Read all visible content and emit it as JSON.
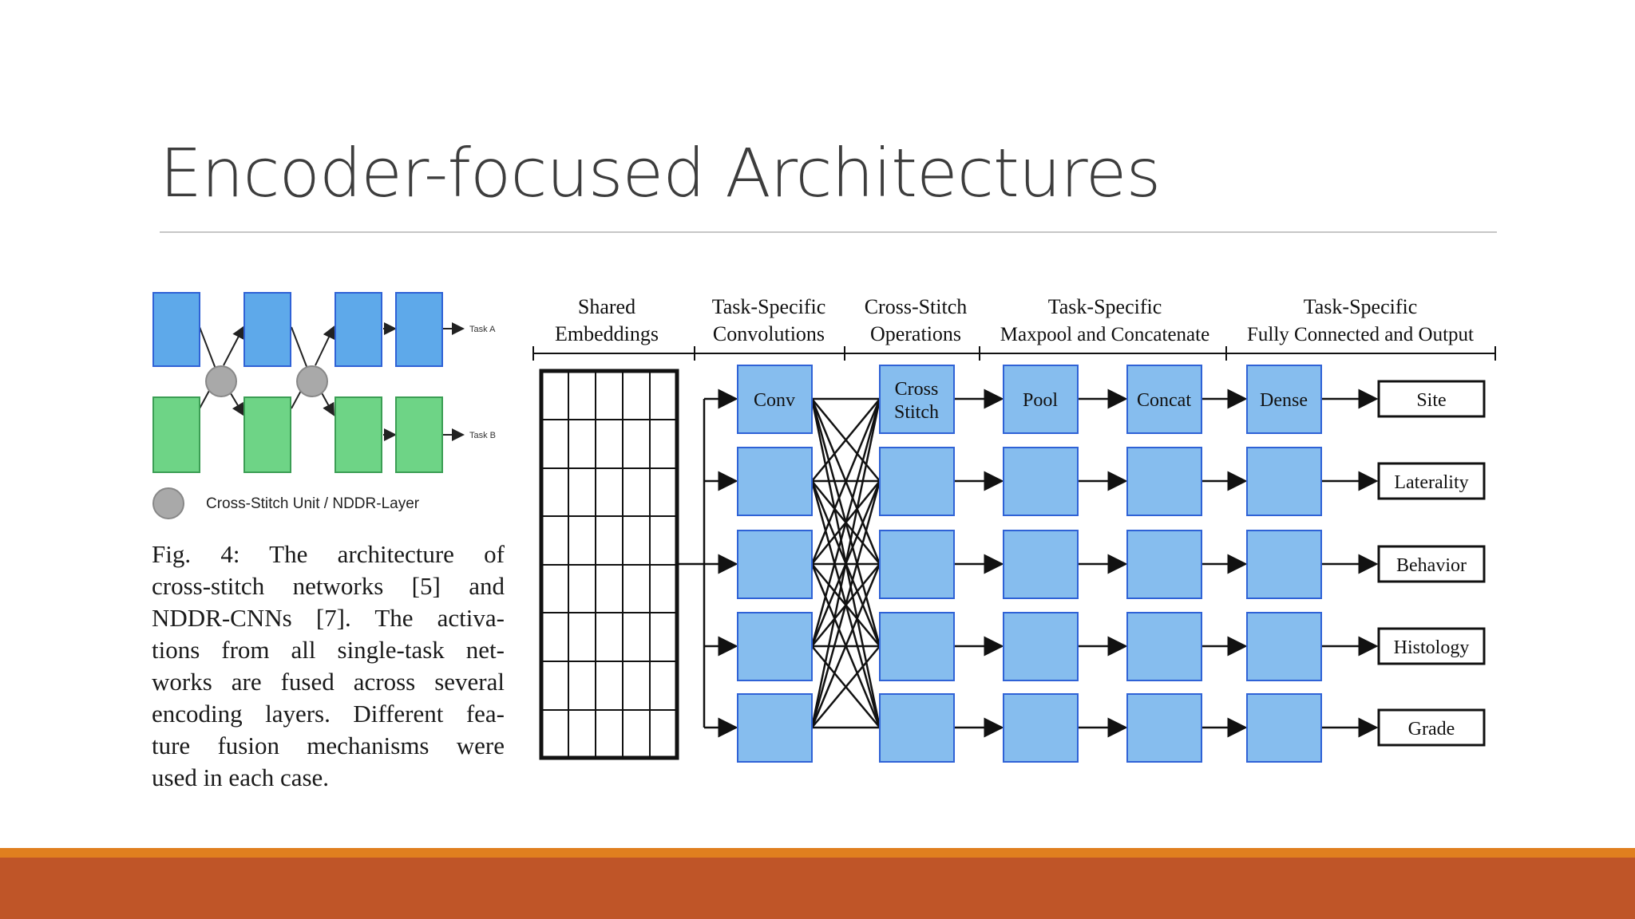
{
  "slide": {
    "title": "Encoder-focused Architectures"
  },
  "left_diagram": {
    "task_a_label": "Task A",
    "task_b_label": "Task B",
    "legend_label": "Cross-Stitch Unit / NDDR-Layer",
    "colors": {
      "task_a": "#5ea9ea",
      "task_b": "#6ed486",
      "unit": "#a9a9a9"
    }
  },
  "caption": {
    "lines": [
      "Fig. 4: The architecture of",
      "cross-stitch networks [5] and",
      "NDDR-CNNs [7]. The activa-",
      "tions from all single-task net-",
      "works are fused across several",
      "encoding layers. Different fea-",
      "ture fusion mechanisms were",
      "used in each case."
    ]
  },
  "diagram": {
    "stages": [
      {
        "line1": "Shared",
        "line2": "Embeddings"
      },
      {
        "line1": "Task-Specific",
        "line2": "Convolutions"
      },
      {
        "line1": "Cross-Stitch",
        "line2": "Operations"
      },
      {
        "line1": "Task-Specific",
        "line2": "Maxpool and Concatenate"
      },
      {
        "line1": "Task-Specific",
        "line2": "Fully Connected and Output"
      }
    ],
    "first_row_blocks": {
      "conv": "Conv",
      "cross_stitch_line1": "Cross",
      "cross_stitch_line2": "Stitch",
      "pool": "Pool",
      "concat": "Concat",
      "dense": "Dense"
    },
    "outputs": [
      "Site",
      "Laterality",
      "Behavior",
      "Histology",
      "Grade"
    ],
    "colors": {
      "block_fill": "#86bdee",
      "block_stroke": "#2f62d6"
    }
  },
  "footer": {
    "colors": {
      "top_stripe": "#e07f1f",
      "bar": "#bf5528"
    }
  }
}
